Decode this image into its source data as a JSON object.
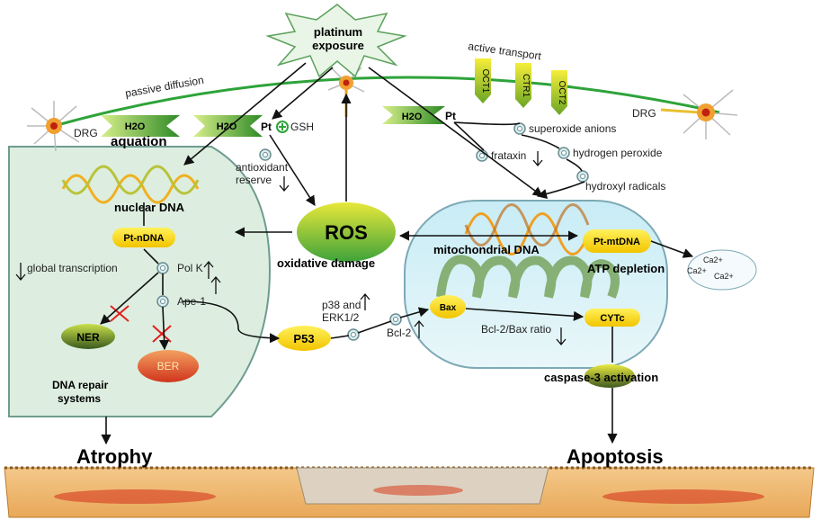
{
  "platinum_exposure": {
    "line1": "platinum",
    "line2": "exposure"
  },
  "passive_diffusion": "passive diffusion",
  "active_transport": "active transport",
  "transporters": [
    "OCT1",
    "CTR1",
    "OCT2"
  ],
  "drg": "DRG",
  "h2o": "H2O",
  "pt": "Pt",
  "gsh": "GSH",
  "aquation": "aquation",
  "antioxidant_reserve": {
    "line1": "antioxidant",
    "line2": "reserve"
  },
  "superoxide_anions": "superoxide anions",
  "hydrogen_peroxide": "hydrogen peroxide",
  "hydroxyl_radicals": "hydroxyl radicals",
  "frataxin": "frataxin",
  "nuclear_dna": "nuclear DNA",
  "pt_ndna": "Pt-nDNA",
  "global_transcription": "global transcription",
  "pol_k": "Pol K",
  "ape1": "Ape-1",
  "ner": "NER",
  "ber": "BER",
  "dna_repair": {
    "line1": "DNA repair",
    "line2": "systems"
  },
  "ros": "ROS",
  "oxidative_damage": "oxidative damage",
  "mitochondrial_dna": "mitochondrial DNA",
  "pt_mtdna": "Pt-mtDNA",
  "atp_depletion": "ATP depletion",
  "calcium": [
    "Ca2+",
    "Ca2+",
    "Ca2+"
  ],
  "p38": {
    "line1": "p38 and",
    "line2": "ERK1/2"
  },
  "p53": "P53",
  "bcl2": "Bcl-2",
  "bax": "Bax",
  "bcl2_bax_ratio": "Bcl-2/Bax ratio",
  "cytc": "CYTc",
  "caspase": "caspase-3 activation",
  "atrophy": "Atrophy",
  "apoptosis": "Apoptosis"
}
